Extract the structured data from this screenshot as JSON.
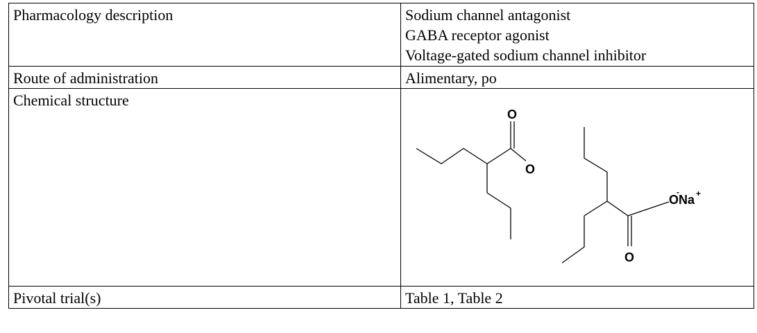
{
  "table": {
    "pharmacology": {
      "label": "Pharmacology description",
      "values": [
        "Sodium channel antagonist",
        "GABA receptor agonist",
        "Voltage-gated sodium channel inhibitor"
      ]
    },
    "route": {
      "label": "Route of administration",
      "value": "Alimentary, po"
    },
    "structure": {
      "label": "Chemical structure",
      "atoms": {
        "oxygen": "O",
        "sodium": "Na",
        "plus": "+",
        "minus": "-"
      }
    },
    "pivotal": {
      "label": "Pivotal trial(s)",
      "value": "Table 1, Table 2"
    }
  }
}
